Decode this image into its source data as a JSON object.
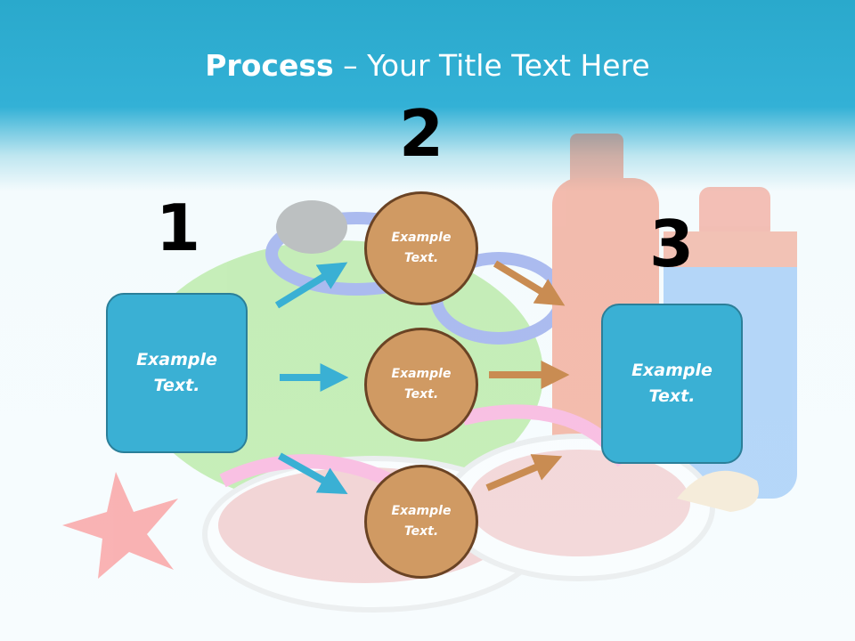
{
  "slide": {
    "title_bold": "Process",
    "title_rest": " – Your Title Text Here"
  },
  "steps": [
    {
      "number": "1",
      "label": "Example Text."
    },
    {
      "number": "2",
      "items": [
        "Example Text.",
        "Example Text.",
        "Example Text."
      ]
    },
    {
      "number": "3",
      "label": "Example Text."
    }
  ],
  "colors": {
    "header": "#2aa9cc",
    "box_fill": "#3ab0d4",
    "box_border": "#2b7f99",
    "circle_fill": "#d09a63",
    "circle_border": "#6a4324",
    "arrow_blue": "#3ab0d4",
    "arrow_brown": "#c98c52"
  }
}
